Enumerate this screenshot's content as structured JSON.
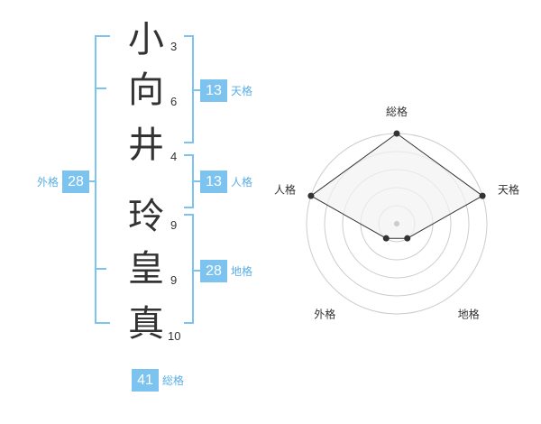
{
  "characters": [
    {
      "char": "小",
      "strokes": "3"
    },
    {
      "char": "向",
      "strokes": "6"
    },
    {
      "char": "井",
      "strokes": "4"
    },
    {
      "char": "玲",
      "strokes": "9"
    },
    {
      "char": "皇",
      "strokes": "9"
    },
    {
      "char": "真",
      "strokes": "10"
    }
  ],
  "fortune": {
    "tenkaku": {
      "value": "13",
      "label": "天格"
    },
    "jinkaku": {
      "value": "13",
      "label": "人格"
    },
    "chikaku": {
      "value": "28",
      "label": "地格"
    },
    "gaikaku": {
      "value": "28",
      "label": "外格"
    },
    "soukaku": {
      "value": "41",
      "label": "総格"
    }
  },
  "radar": {
    "labels": [
      "総格",
      "天格",
      "地格",
      "外格",
      "人格"
    ],
    "levels": 5,
    "values": [
      5,
      5,
      1,
      1,
      5
    ],
    "colors": {
      "ring": "#cccccc",
      "fill": "#f2f2f2",
      "line": "#333333",
      "point": "#333333",
      "center": "#cccccc"
    }
  },
  "colors": {
    "bracket": "#7dc3ef",
    "badge": "#7dc3ef"
  }
}
